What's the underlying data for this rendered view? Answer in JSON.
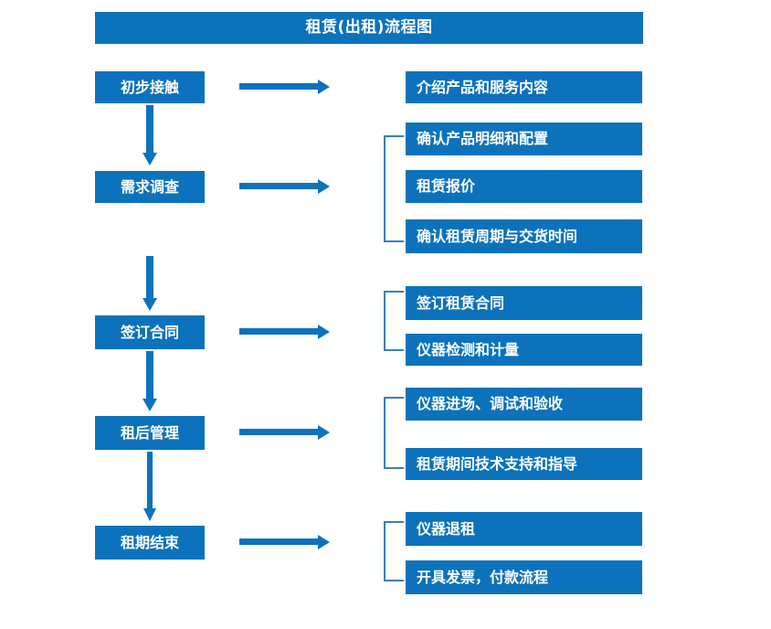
{
  "colors": {
    "primary": "#0C72BC",
    "bracket": "#3C7EB8",
    "arrow": "#0C72BC",
    "text_on_primary": "#FFFFFF",
    "background": "#FFFFFF"
  },
  "header": {
    "title": "租赁(出租)流程图"
  },
  "flow": {
    "stages": [
      {
        "id": "stage-1",
        "label": "初步接触"
      },
      {
        "id": "stage-2",
        "label": "需求调查"
      },
      {
        "id": "stage-3",
        "label": "签订合同"
      },
      {
        "id": "stage-4",
        "label": "租后管理"
      },
      {
        "id": "stage-5",
        "label": "租期结束"
      }
    ],
    "details": [
      {
        "id": "detail-1",
        "label": "介绍产品和服务内容"
      },
      {
        "id": "detail-2",
        "label": "确认产品明细和配置"
      },
      {
        "id": "detail-3",
        "label": "租赁报价"
      },
      {
        "id": "detail-4",
        "label": "确认租赁周期与交货时间"
      },
      {
        "id": "detail-5",
        "label": "签订租赁合同"
      },
      {
        "id": "detail-6",
        "label": "仪器检测和计量"
      },
      {
        "id": "detail-7",
        "label": "仪器进场、调试和验收"
      },
      {
        "id": "detail-8",
        "label": "租赁期间技术支持和指导"
      },
      {
        "id": "detail-9",
        "label": "仪器退租"
      },
      {
        "id": "detail-10",
        "label": "开具发票，付款流程"
      }
    ],
    "connector_arrows": {
      "horizontal_count": 5,
      "vertical_count": 4,
      "direction_horizontal": "right",
      "direction_vertical": "down"
    },
    "groups": [
      {
        "id": "group-1",
        "members": [
          "detail-2",
          "detail-3",
          "detail-4"
        ]
      },
      {
        "id": "group-2",
        "members": [
          "detail-5",
          "detail-6"
        ]
      },
      {
        "id": "group-3",
        "members": [
          "detail-7",
          "detail-8"
        ]
      },
      {
        "id": "group-4",
        "members": [
          "detail-9",
          "detail-10"
        ]
      }
    ]
  }
}
